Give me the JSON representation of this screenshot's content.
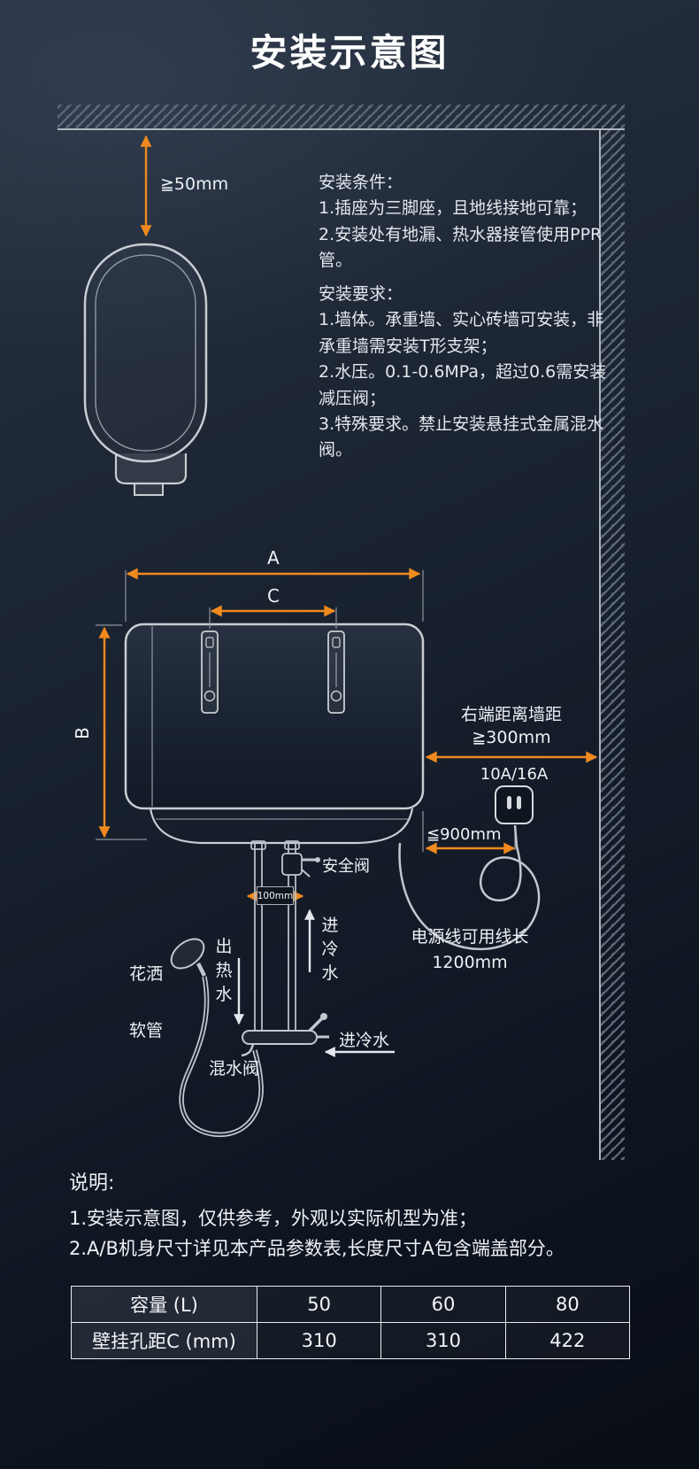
{
  "page": {
    "title": "安装示意图"
  },
  "colors": {
    "background": "#151d2a",
    "accent_orange": "#f08a1e",
    "line_light": "#c9cdd3",
    "text": "#eef1f4"
  },
  "top_diagram": {
    "gap_dim": "≧50mm"
  },
  "install_text": {
    "conditions_heading": "安装条件：",
    "conditions": [
      "1.插座为三脚座，且地线接地可靠；",
      "2.安装处有地漏、热水器接管使用PPR管。"
    ],
    "requirements_heading": "安装要求：",
    "requirements": [
      "1.墙体。承重墙、实心砖墙可安装，非承重墙需安装T形支架；",
      "2.水压。0.1-0.6MPa，超过0.6需安装减压阀；",
      "3.特殊要求。禁止安装悬挂式金属混水阀。"
    ]
  },
  "front_diagram": {
    "dim_a": "A",
    "dim_b": "B",
    "dim_c": "C",
    "right_wall_line1": "右端距离墙距",
    "right_wall_line2": "≧300mm",
    "socket_label": "10A/16A",
    "cord_max": "≦900mm",
    "safety_valve": "安全阀",
    "pipe_gap": "100mm",
    "hot_out": "出热水",
    "cold_in_vertical": "进冷水",
    "shower": "花洒",
    "hose": "软管",
    "mixing_valve": "混水阀",
    "cold_in_bottom": "进冷水",
    "cord_line1": "电源线可用线长",
    "cord_line2": "1200mm"
  },
  "notes": {
    "heading": "说明:",
    "items": [
      "1.安装示意图，仅供参考，外观以实际机型为准；",
      "2.A/B机身尺寸详见本产品参数表,长度尺寸A包含端盖部分。"
    ]
  },
  "table": {
    "rows": [
      {
        "label": "容量 (L)",
        "values": [
          "50",
          "60",
          "80"
        ]
      },
      {
        "label": "壁挂孔距C (mm)",
        "values": [
          "310",
          "310",
          "422"
        ]
      }
    ]
  }
}
